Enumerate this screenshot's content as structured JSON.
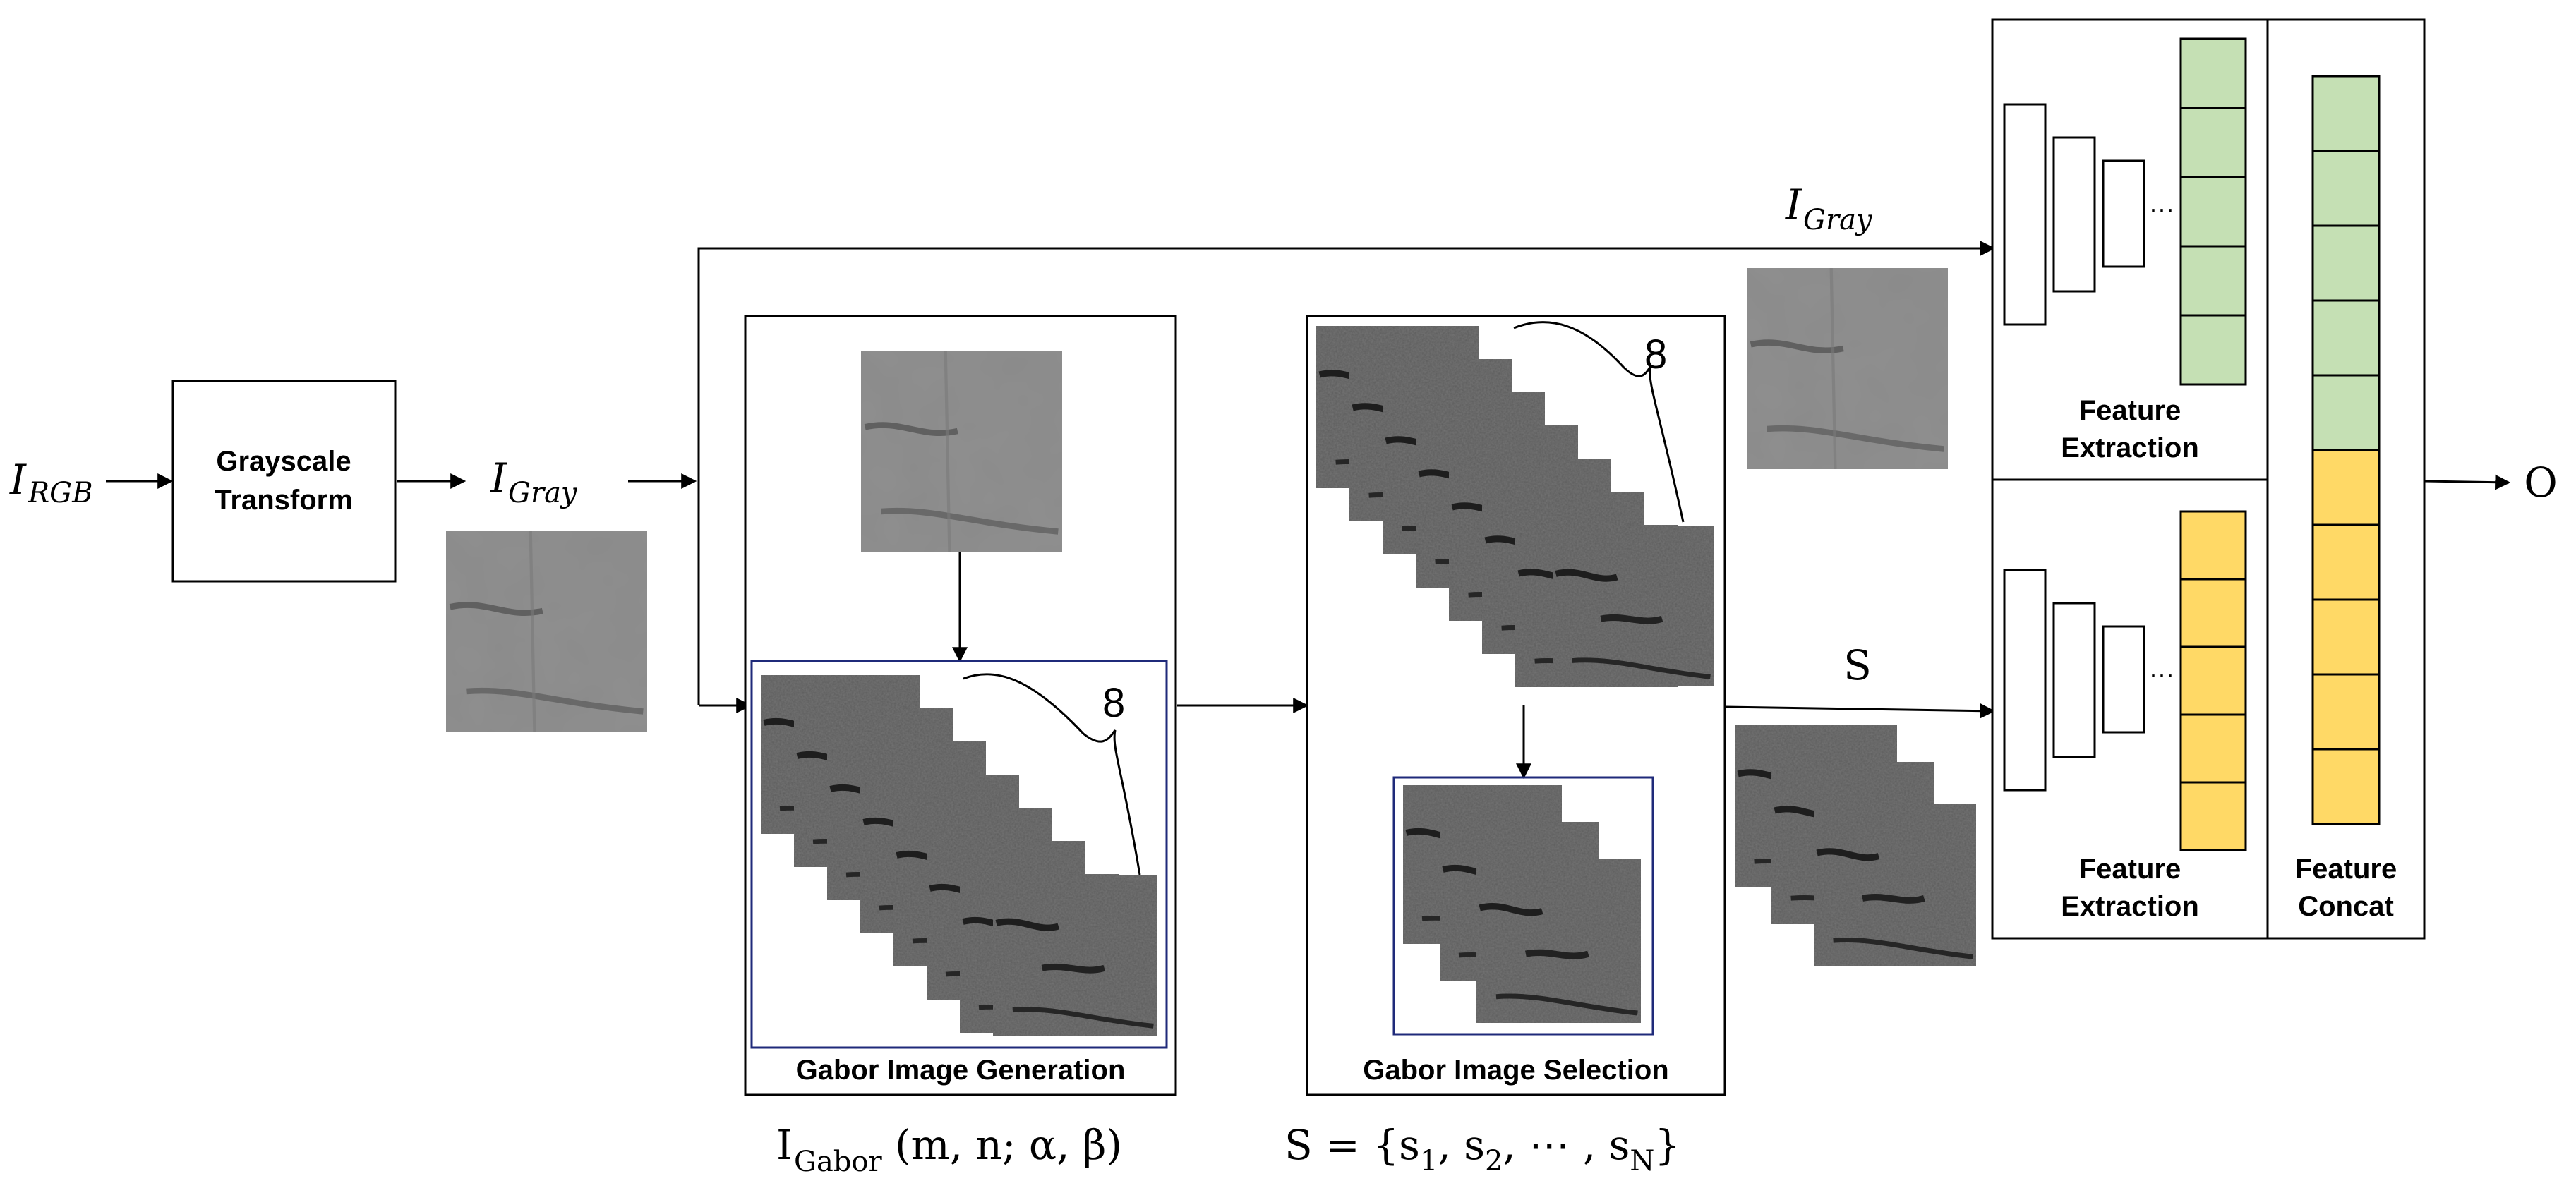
{
  "inputs": {
    "rgb_symbol": "I",
    "rgb_subscript": "RGB",
    "gray_symbol": "I",
    "gray_subscript": "Gray"
  },
  "blocks": {
    "grayscale_line1": "Grayscale",
    "grayscale_line2": "Transform",
    "gabor_generation": "Gabor Image Generation",
    "gabor_selection": "Gabor Image Selection",
    "feature_extraction_line1": "Feature",
    "feature_extraction_line2": "Extraction",
    "feature_concat_line1": "Feature",
    "feature_concat_line2": "Concat"
  },
  "stacks": {
    "generation_count": "8",
    "selection_count": "8",
    "ellipsis": "···"
  },
  "formulas": {
    "gabor_main": "I",
    "gabor_sub": "Gabor",
    "gabor_args": "(m, n; α, β)",
    "selection_set": "S = {s",
    "s1": "1",
    "comma1": ", s",
    "s2": "2",
    "dots": ", ⋯ , s",
    "sN": "N",
    "close": "}"
  },
  "labels": {
    "selection_symbol": "S",
    "output_symbol": "O"
  },
  "colors": {
    "green_cell": "#c5e0b4",
    "yellow_cell": "#ffd966",
    "frame_blue": "#1f2a7a"
  }
}
